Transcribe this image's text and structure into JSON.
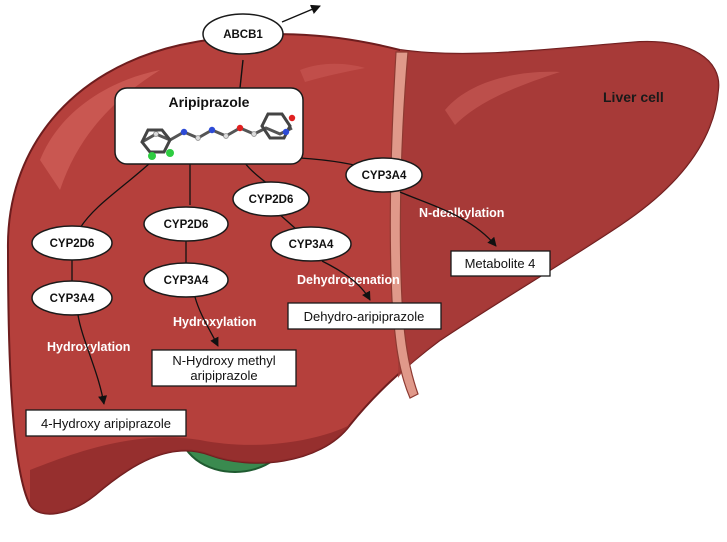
{
  "cell_label": "Liver cell",
  "transporter": "ABCB1",
  "drug": {
    "name": "Aripiprazole"
  },
  "enzymes": {
    "p1_a": "CYP2D6",
    "p1_b": "CYP3A4",
    "p2_a": "CYP2D6",
    "p2_b": "CYP3A4",
    "p3_a": "CYP2D6",
    "p3_b": "CYP3A4",
    "p4_a": "CYP3A4"
  },
  "reactions": {
    "p1": "Hydroxylation",
    "p2": "Hydroxylation",
    "p3": "Dehydrogenation",
    "p4": "N-dealkylation"
  },
  "metabolites": {
    "m1": "4-Hydroxy aripiprazole",
    "m2_line1": "N-Hydroxy methyl",
    "m2_line2": "aripiprazole",
    "m3": "Dehydro-aripiprazole",
    "m4": "Metabolite 4"
  },
  "colors": {
    "liver": "#b5403c",
    "liver_dark": "#8e2b2b",
    "liver_edge": "#6e1d1e",
    "ligament": "#e0998a",
    "gallbladder": "#3a8a4f",
    "node_fill": "#ffffff",
    "node_stroke": "#1a1a1a"
  }
}
